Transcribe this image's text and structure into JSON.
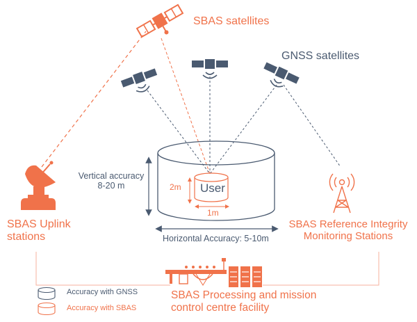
{
  "labels": {
    "sbas_satellites": "SBAS satellites",
    "gnss_satellites": "GNSS satellites",
    "vertical_accuracy_line1": "Vertical accuracy",
    "vertical_accuracy_line2": "8-20 m",
    "user": "User",
    "user_height": "2m",
    "user_width": "1m",
    "horizontal_accuracy": "Horizontal Accuracy: 5-10m",
    "uplink_line1": "SBAS Uplink",
    "uplink_line2": "stations",
    "rims_line1": "SBAS Reference Integrity",
    "rims_line2": "Monitoring Stations",
    "processing_line1": "SBAS Processing and mission",
    "processing_line2": "control centre facility",
    "legend_gnss": "Accuracy with GNSS",
    "legend_sbas": "Accuracy with SBAS"
  },
  "colors": {
    "sbas": "#f0724a",
    "gnss": "#4a5a70"
  }
}
